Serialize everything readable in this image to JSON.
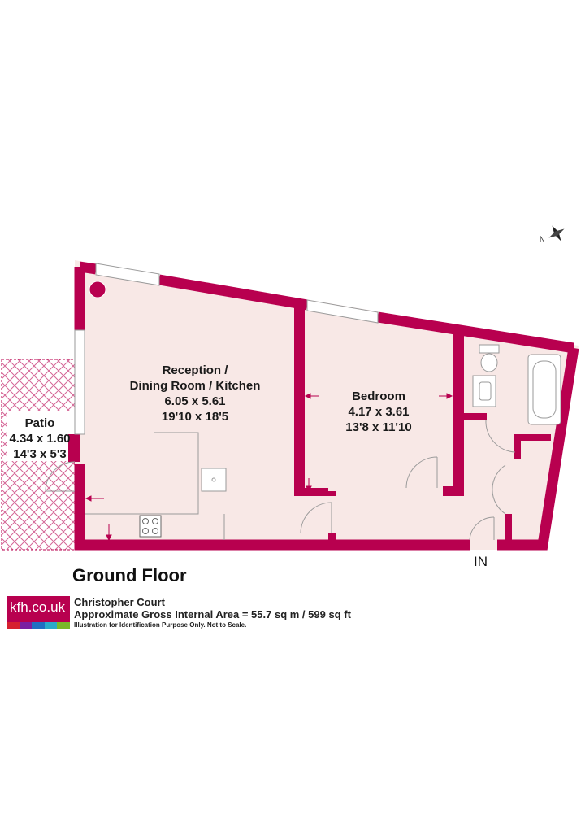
{
  "rooms": {
    "reception": {
      "name_line1": "Reception /",
      "name_line2": "Dining Room / Kitchen",
      "metric": "6.05 x 5.61",
      "imperial": "19'10 x 18'5"
    },
    "bedroom": {
      "name": "Bedroom",
      "metric": "4.17 x 3.61",
      "imperial": "13'8 x 11'10"
    },
    "patio": {
      "name": "Patio",
      "metric": "4.34 x 1.60",
      "imperial": "14'3 x 5'3"
    }
  },
  "compass": {
    "label": "N"
  },
  "entrance": {
    "label": "IN"
  },
  "floor_title": "Ground Floor",
  "logo": {
    "text": "kfh.co.uk",
    "stripe_colors": [
      "#d6202f",
      "#7a1fa2",
      "#1f6fc2",
      "#2aa9c9",
      "#7ab929"
    ]
  },
  "property": {
    "name": "Christopher Court",
    "area": "Approximate Gross Internal Area = 55.7 sq m / 599 sq ft",
    "disclaimer": "Illustration for Identification Purpose Only. Not to Scale."
  },
  "colors": {
    "wall": "#b8004f",
    "floor": "#f8e8e6",
    "fixture_line": "#a0a0a0"
  }
}
